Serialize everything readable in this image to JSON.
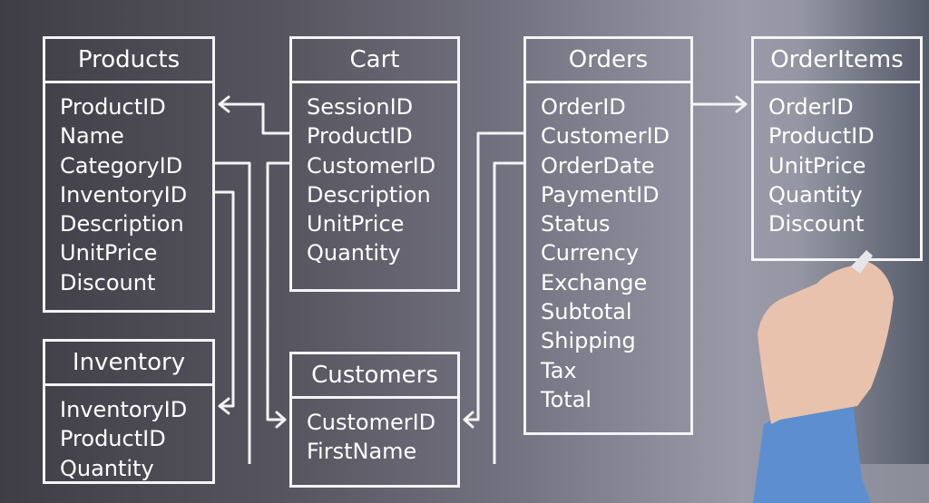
{
  "tables": [
    {
      "title": "Products",
      "fields": [
        "ProductID",
        "Name",
        "CategoryID",
        "InventoryID",
        "Description",
        "UnitPrice",
        "Discount"
      ]
    },
    {
      "title": "Cart",
      "fields": [
        "SessionID",
        "ProductID",
        "CustomerID",
        "Description",
        "UnitPrice",
        "Quantity"
      ]
    },
    {
      "title": "Orders",
      "fields": [
        "OrderID",
        "CustomerID",
        "OrderDate",
        "PaymentID",
        "Status",
        "Currency",
        "Exchange",
        "Subtotal",
        "Shipping",
        "Tax",
        "Total"
      ]
    },
    {
      "title": "OrderItems",
      "fields": [
        "OrderID",
        "ProductID",
        "UnitPrice",
        "Quantity",
        "Discount"
      ]
    },
    {
      "title": "Inventory",
      "fields": [
        "InventoryID",
        "ProductID",
        "Quantity"
      ]
    },
    {
      "title": "Customers",
      "fields": [
        "CustomerID",
        "FirstName"
      ]
    }
  ]
}
